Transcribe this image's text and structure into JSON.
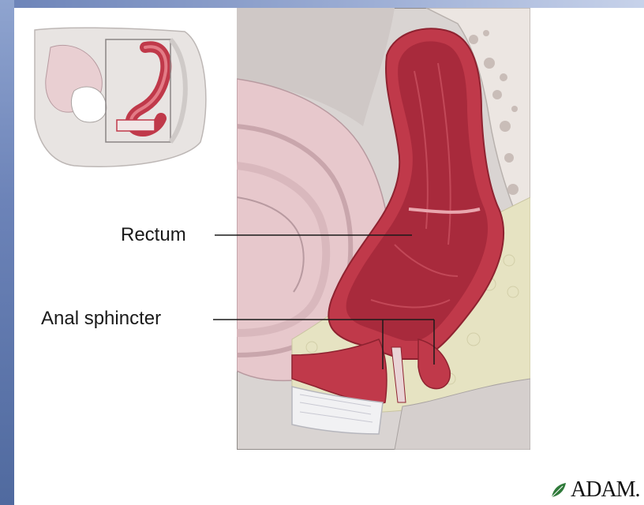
{
  "labels": {
    "rectum": "Rectum",
    "anal_sphincter": "Anal sphincter"
  },
  "logo": {
    "text": "ADAM."
  },
  "colors": {
    "rectum_red": "#c0394a",
    "tissue_pink": "#e7c8cc",
    "fat_yellow": "#e6e3c2",
    "bone_gray": "#cfcac8",
    "frame_blue": "#6c83b8"
  }
}
